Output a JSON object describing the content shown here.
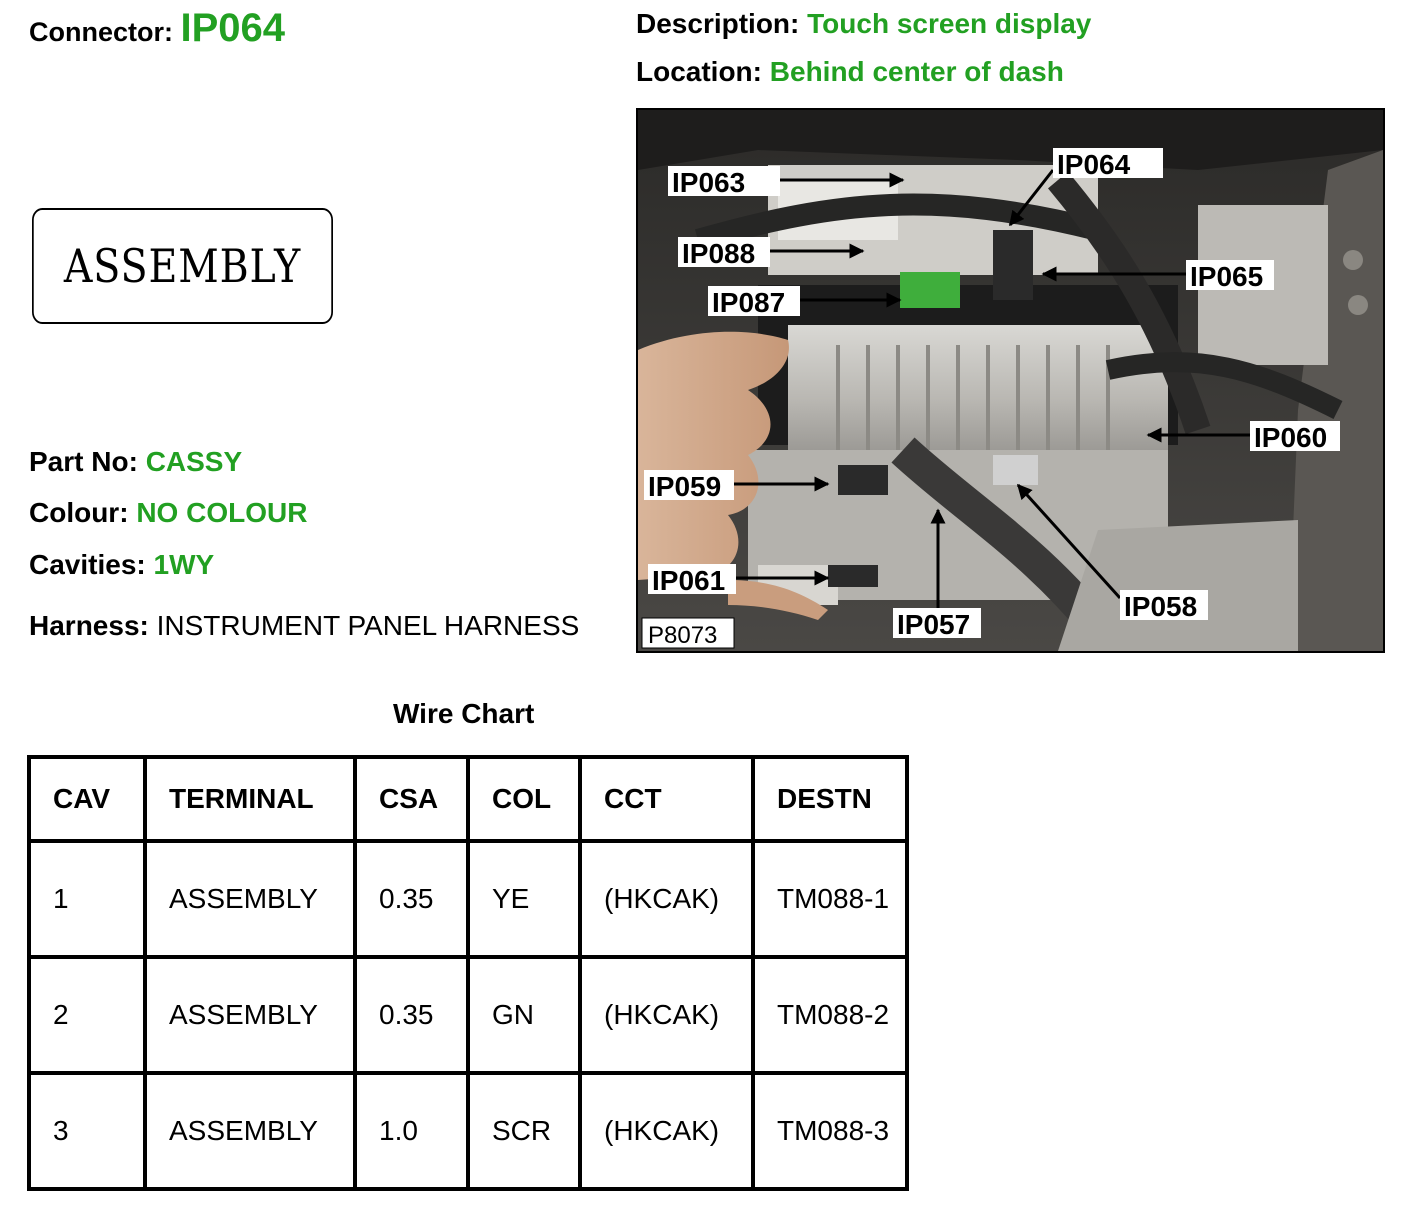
{
  "connector": {
    "label": "Connector:",
    "value": "IP064"
  },
  "description": {
    "label": "Description:",
    "value": "Touch screen display"
  },
  "location": {
    "label": "Location:",
    "value": "Behind center of dash"
  },
  "assembly_label": "ASSEMBLY",
  "part_no": {
    "label": "Part No:",
    "value": "CASSY"
  },
  "colour": {
    "label": "Colour:",
    "value": "NO COLOUR"
  },
  "cavities": {
    "label": "Cavities:",
    "value": "1WY"
  },
  "harness": {
    "label": "Harness:",
    "value": "INSTRUMENT PANEL HARNESS"
  },
  "photo": {
    "figure_id": "P8073",
    "callouts": [
      "IP063",
      "IP064",
      "IP088",
      "IP065",
      "IP087",
      "IP060",
      "IP059",
      "IP061",
      "IP058",
      "IP057"
    ]
  },
  "wire_chart": {
    "title": "Wire Chart",
    "headers": [
      "CAV",
      "TERMINAL",
      "CSA",
      "COL",
      "CCT",
      "DESTN"
    ],
    "rows": [
      [
        "1",
        "ASSEMBLY",
        "0.35",
        "YE",
        "(HKCAK)",
        "TM088-1"
      ],
      [
        "2",
        "ASSEMBLY",
        "0.35",
        "GN",
        "(HKCAK)",
        "TM088-2"
      ],
      [
        "3",
        "ASSEMBLY",
        "1.0",
        "SCR",
        "(HKCAK)",
        "TM088-3"
      ]
    ]
  }
}
